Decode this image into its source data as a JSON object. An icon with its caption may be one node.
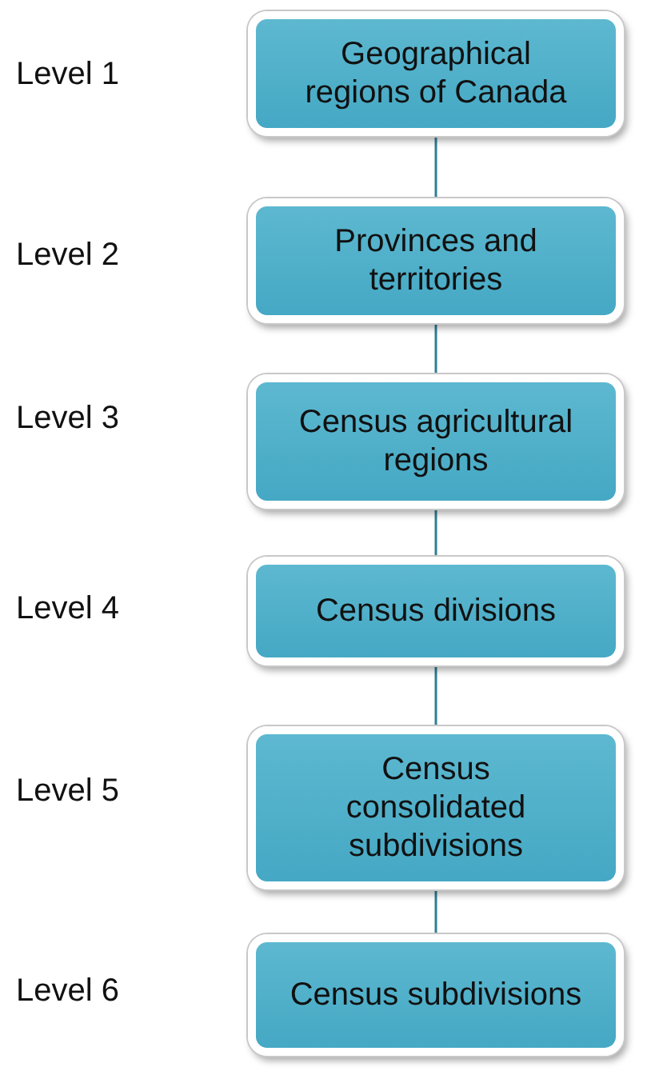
{
  "diagram": {
    "nodes": [
      {
        "text": [
          "Geographical regions of Canada"
        ]
      },
      {
        "text": [
          "Provinces and territories"
        ]
      },
      {
        "text": [
          "Census agricultural regions"
        ]
      },
      {
        "text": [
          "Census divisions"
        ]
      },
      {
        "text": [
          "Census consolidated subdivisions"
        ]
      },
      {
        "text": [
          "Census subdivisions"
        ]
      }
    ],
    "labels": [
      "Level 1",
      "Level 2",
      "Level 3",
      "Level 4",
      "Level 5",
      "Level 6"
    ],
    "edges": [
      {
        "from": 0,
        "to": 1,
        "arrow": "none"
      },
      {
        "from": 1,
        "to": 2,
        "arrow": "none"
      },
      {
        "from": 2,
        "to": 3,
        "arrow": "none"
      },
      {
        "from": 3,
        "to": 4,
        "arrow": "none"
      },
      {
        "from": 4,
        "to": 5,
        "arrow": "none"
      }
    ]
  }
}
